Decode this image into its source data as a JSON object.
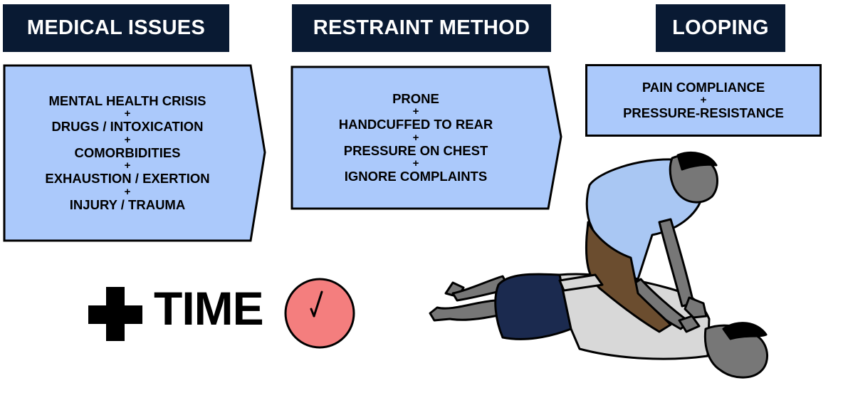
{
  "headers": {
    "medical": "MEDICAL ISSUES",
    "restraint": "RESTRAINT METHOD",
    "looping": "LOOPING"
  },
  "medical_box": {
    "items": [
      "MENTAL HEALTH CRISIS",
      "DRUGS / INTOXICATION",
      "COMORBIDITIES",
      "EXHAUSTION / EXERTION",
      "INJURY / TRAUMA"
    ]
  },
  "restraint_box": {
    "items": [
      "PRONE",
      "HANDCUFFED TO REAR",
      "PRESSURE ON CHEST",
      "IGNORE COMPLAINTS"
    ]
  },
  "looping_box": {
    "items": [
      "PAIN COMPLIANCE",
      "PRESSURE-RESISTANCE"
    ]
  },
  "separator": "+",
  "time_label": "TIME",
  "colors": {
    "header_bg": "#091a33",
    "box_fill": "#abc9fb",
    "clock_fill": "#f47e7e",
    "officer_shirt": "#a9c7f3",
    "officer_pants": "#6b4d2f",
    "person_skin": "#777777",
    "subject_shorts": "#1b2a4f",
    "subject_shirt": "#d8d8d8"
  },
  "icons": [
    "plus-icon",
    "clock-icon",
    "restraint-illustration"
  ]
}
